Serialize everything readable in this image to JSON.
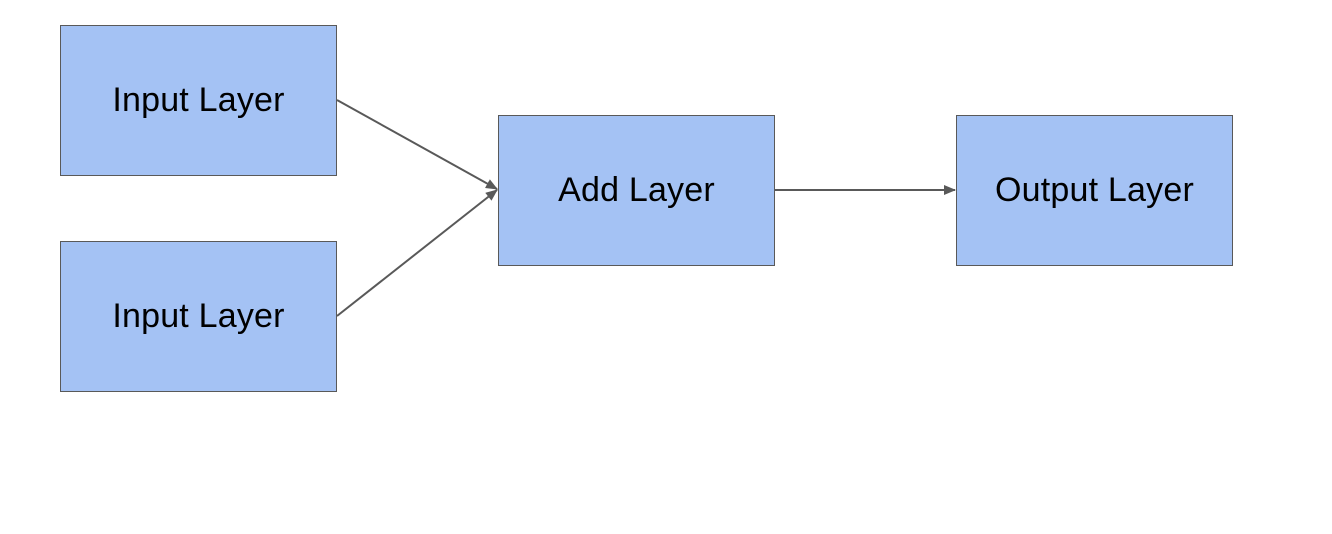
{
  "diagram": {
    "nodes": [
      {
        "id": "input-1",
        "label": "Input Layer"
      },
      {
        "id": "input-2",
        "label": "Input Layer"
      },
      {
        "id": "add",
        "label": "Add Layer"
      },
      {
        "id": "output",
        "label": "Output Layer"
      }
    ],
    "edges": [
      {
        "from": "input-1",
        "to": "add"
      },
      {
        "from": "input-2",
        "to": "add"
      },
      {
        "from": "add",
        "to": "output"
      }
    ]
  },
  "colors": {
    "node_fill": "#a4c2f4",
    "node_border": "#595959",
    "edge": "#595959",
    "text": "#000000",
    "background": "#ffffff"
  }
}
